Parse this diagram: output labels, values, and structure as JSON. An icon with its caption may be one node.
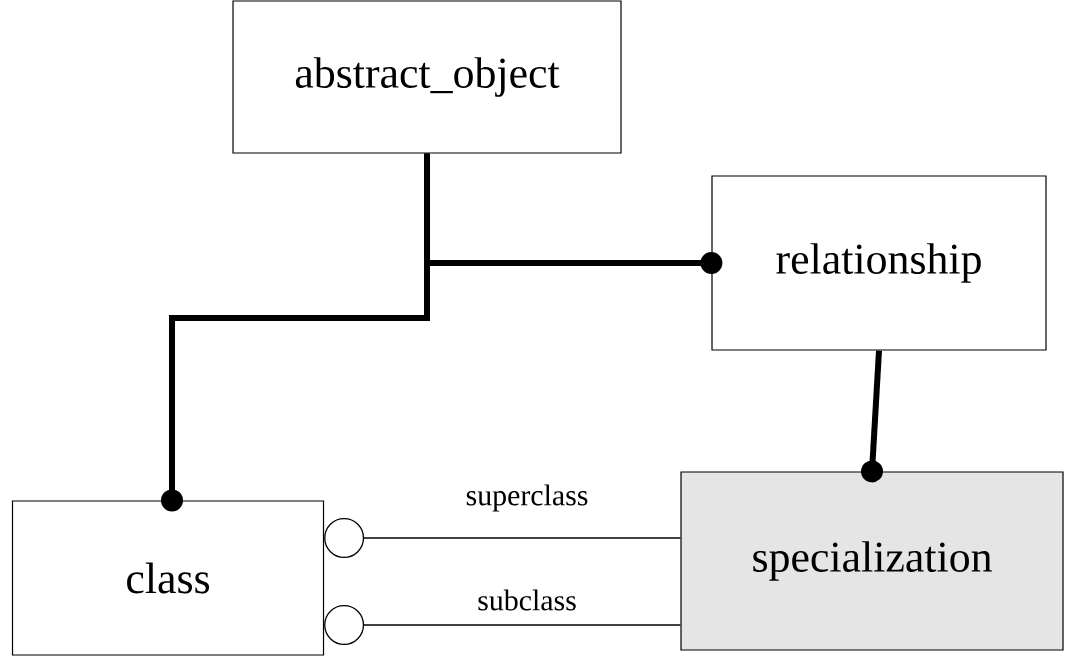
{
  "diagram": {
    "nodes": [
      {
        "text": [
          "abstract_object"
        ]
      },
      {
        "text": [
          "relationship"
        ]
      },
      {
        "text": [
          "class"
        ]
      },
      {
        "text": [
          "specialization"
        ]
      }
    ],
    "edges": [
      {
        "from": 0,
        "to": 2,
        "arrow": "other"
      },
      {
        "from": 0,
        "to": 1,
        "arrow": "other"
      },
      {
        "from": 1,
        "to": 3,
        "arrow": "other"
      },
      {
        "from": 3,
        "to": 2,
        "arrow": "other",
        "label": "superclass"
      },
      {
        "from": 3,
        "to": 2,
        "arrow": "other",
        "label": "subclass"
      }
    ]
  }
}
